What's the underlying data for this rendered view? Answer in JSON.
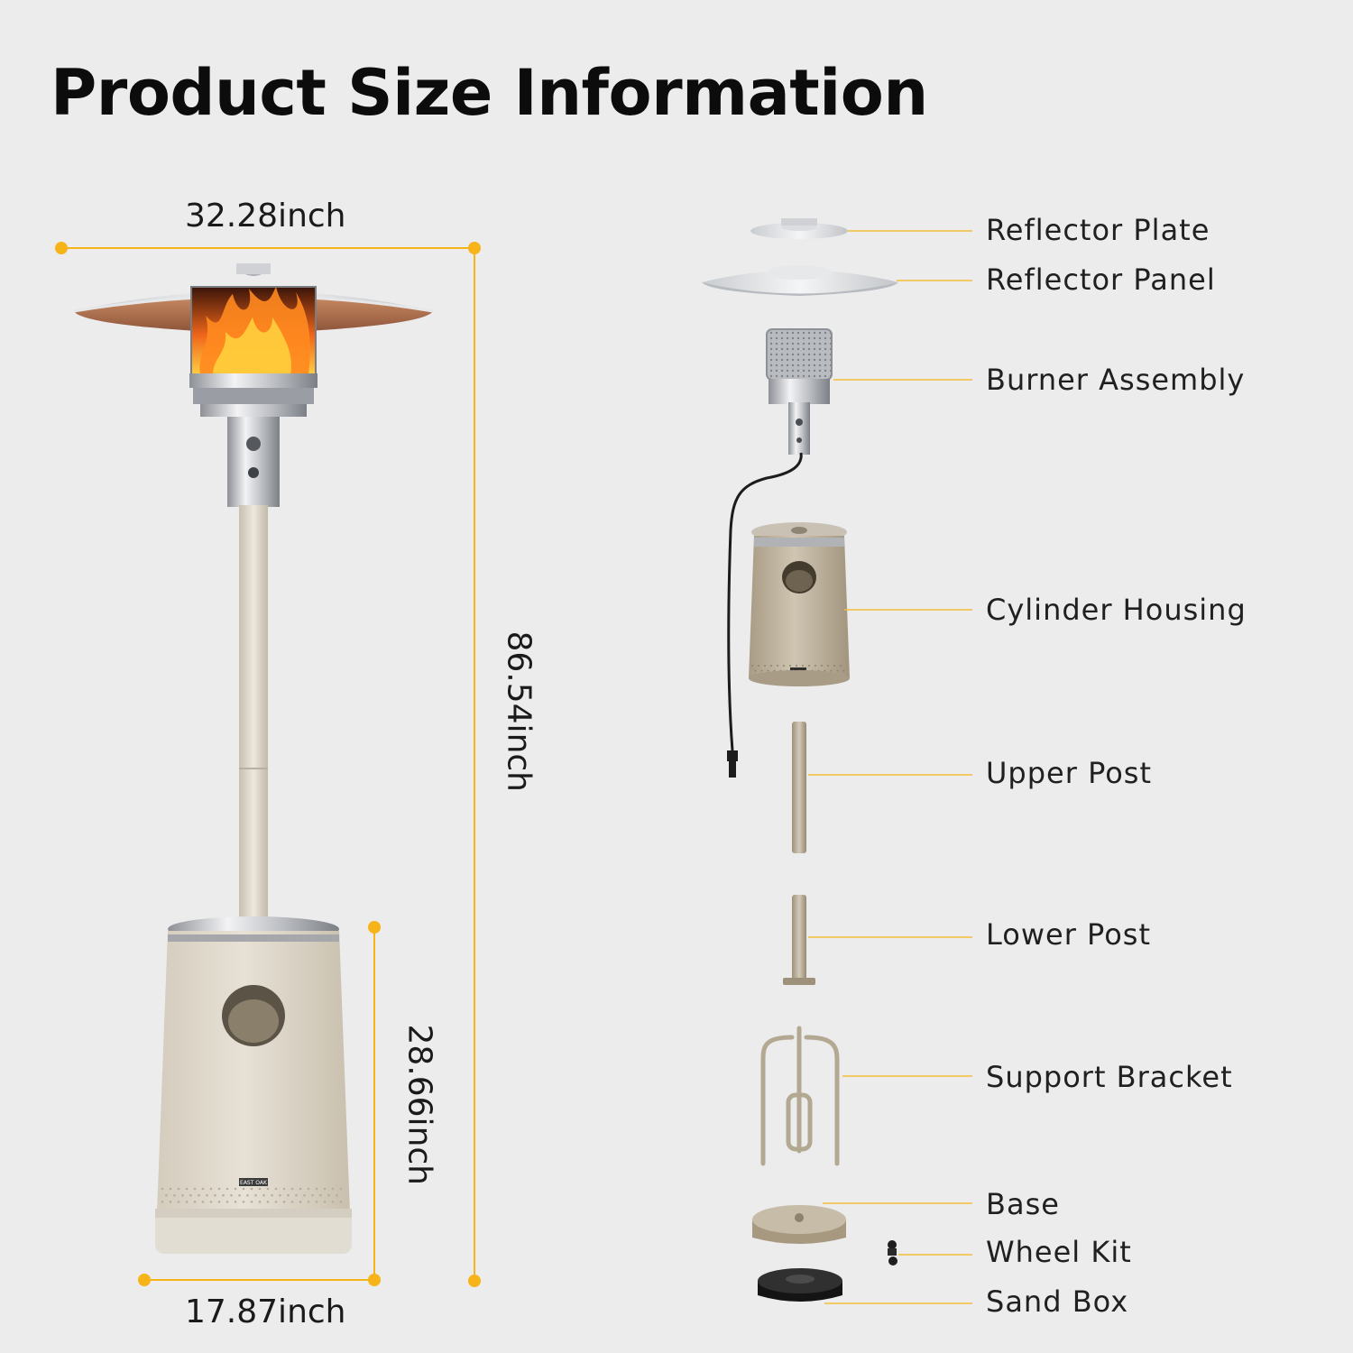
{
  "title": "Product Size Information",
  "dimensions": {
    "top_width": "32.28inch",
    "total_height": "86.54inch",
    "base_height": "28.66inch",
    "base_width": "17.87inch"
  },
  "brand_badge": "EAST OAK",
  "parts": [
    "Reflector Plate",
    "Reflector Panel",
    "Burner Assembly",
    "Cylinder Housing",
    "Upper Post",
    "Lower Post",
    "Support Bracket",
    "Base",
    "Wheel Kit",
    "Sand Box"
  ],
  "colors": {
    "background": "#ececed",
    "dimension_line": "#f6b419",
    "leader_line": "#f3bd3a",
    "housing": "#ddd6c8",
    "part_housing": "#bfb39d",
    "text": "#1a1a1a"
  }
}
